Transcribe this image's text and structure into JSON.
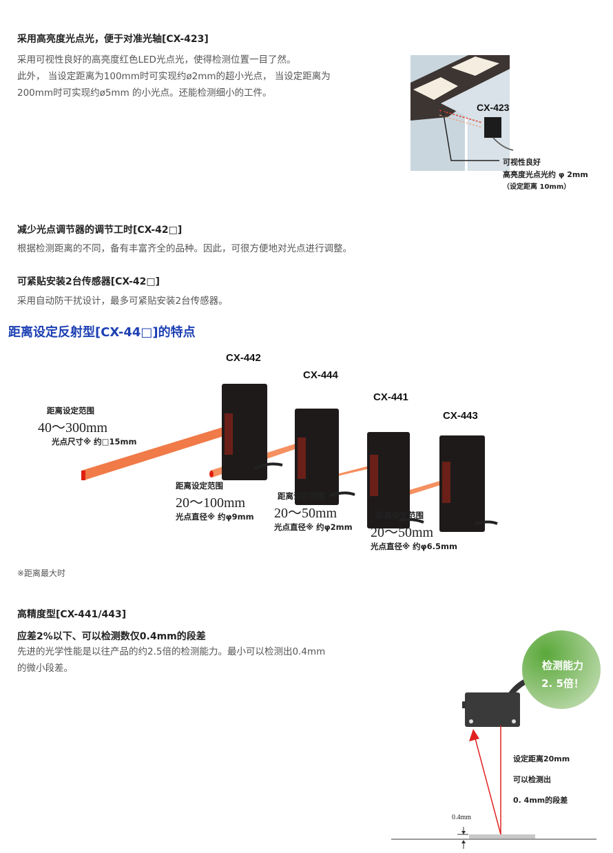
{
  "section1": {
    "title": "采用高亮度光点光，便于对准光轴[CX-423]",
    "lines": [
      "采用可视性良好的高亮度红色LED光点光，使得检测位置一目了然。",
      "此外， 当设定距离为100mm时可实现约ø2mm的超小光点， 当设定距离为",
      "200mm时可实现约ø5mm 的小光点。还能检测细小的工件。"
    ],
    "figure": {
      "model": "CX-423",
      "caption": [
        "可视性良好",
        "高亮度光点光约 φ 2mm",
        "（设定距离 10mm）"
      ]
    }
  },
  "section2": {
    "title": "减少光点调节器的调节工时[CX-42□]",
    "text": "根据检测距离的不同，备有丰富齐全的品种。因此，可很方便地对光点进行调整。"
  },
  "section3": {
    "title": "可紧贴安装2台传感器[CX-42□]",
    "text": "采用自动防干扰设计，最多可紧贴安装2台传感器。"
  },
  "section4": {
    "title": "距离设定反射型[CX-44□]的特点",
    "models": [
      {
        "name": "CX-442",
        "range_label": "距离设定范围",
        "range": "40～300mm",
        "spot": "光点尺寸※ 约□15mm"
      },
      {
        "name": "CX-444",
        "range_label": "距离设定范围",
        "range": "20～100mm",
        "spot": "光点直径※ 约φ9mm"
      },
      {
        "name": "CX-441",
        "range_label": "距离设定范围",
        "range": "20～50mm",
        "spot": "光点直径※ 约φ2mm"
      },
      {
        "name": "CX-443",
        "range_label": "距离设定范围",
        "range": "20～50mm",
        "spot": "光点直径※ 约φ6.5mm"
      }
    ],
    "note": "※距离最大时"
  },
  "section5": {
    "title": "高精度型[CX-441/443]",
    "subtitle": "应差2%以下、可以检测数仅0.4mm的段差",
    "lines": [
      "先进的光学性能是以往产品的约2.5倍的检测能力。最小可以检测出0.4mm",
      "的微小段差。"
    ],
    "figure": {
      "badge": [
        "检测能力",
        "2. 5倍！"
      ],
      "labels": [
        "设定距离20mm",
        "可以检测出",
        "0. 4mm的段差"
      ],
      "step": "0.4mm"
    }
  },
  "colors": {
    "heading_blue": "#1c3fb3",
    "beam": "#f07040",
    "badge_green": "#6aac4a",
    "laser_red": "#e02020"
  }
}
